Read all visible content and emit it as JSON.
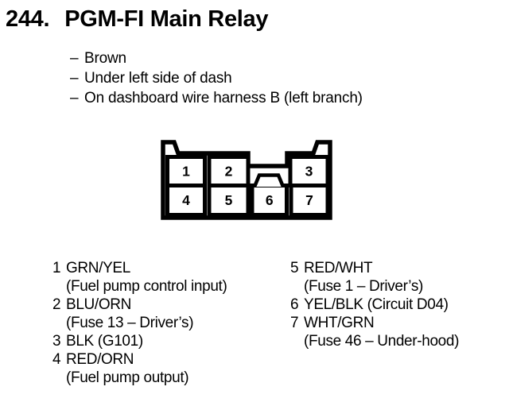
{
  "page": {
    "section_number": "244.",
    "title": "PGM-FI Main Relay",
    "bullet": "–",
    "notes": [
      "Brown",
      "Under left side of dash",
      "On dashboard wire harness B (left branch)"
    ]
  },
  "connector": {
    "cells": [
      "1",
      "2",
      "3",
      "4",
      "5",
      "6",
      "7"
    ]
  },
  "pins": {
    "left": [
      {
        "num": "1",
        "wire": "GRN/YEL",
        "desc": "(Fuel pump control input)"
      },
      {
        "num": "2",
        "wire": "BLU/ORN",
        "desc": "(Fuse 13 – Driver’s)"
      },
      {
        "num": "3",
        "wire": "BLK (G101)",
        "desc": ""
      },
      {
        "num": "4",
        "wire": "RED/ORN",
        "desc": "(Fuel pump output)"
      }
    ],
    "right": [
      {
        "num": "5",
        "wire": "RED/WHT",
        "desc": "(Fuse 1 – Driver’s)"
      },
      {
        "num": "6",
        "wire": "YEL/BLK (Circuit D04)",
        "desc": ""
      },
      {
        "num": "7",
        "wire": "WHT/GRN",
        "desc": "(Fuse 46 – Under-hood)"
      }
    ]
  },
  "colors": {
    "ink": "#000000",
    "paper": "#ffffff"
  }
}
